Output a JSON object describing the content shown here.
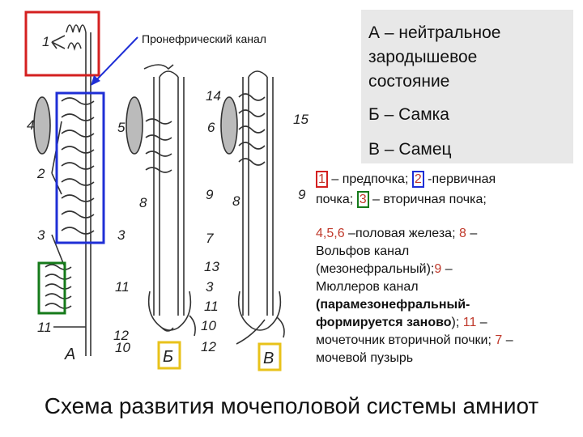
{
  "duct_label": "Пронефрический канал",
  "legend": {
    "a": "А – нейтральное",
    "a2": "зародышевое",
    "a3": "состояние",
    "b": "Б – Самка",
    "c": "В – Самец"
  },
  "desc": {
    "n1": "1",
    "t1": " – предпочка; ",
    "n2": "2",
    "t2": " -первичная",
    "t3": "почка; ",
    "n3": "3",
    "t4": " – вторичная почка;",
    "n456": "4,5,6",
    "t5": " –половая железа; ",
    "n8": "8",
    "t6": " –",
    "t7": "Вольфов канал",
    "t8": "(мезонефральный);",
    "n9": "9",
    "t9": " –",
    "t10": "Мюллеров канал",
    "t11": "(парамезонефральный-",
    "t12": "формируется заново",
    "t13": "); ",
    "n11": "11",
    "t14": " –",
    "t15": "мочеточник вторичной почки; ",
    "n7": "7",
    "t16": " –",
    "t17": "мочевой пузырь"
  },
  "panel_labels": {
    "a": "А",
    "b": "Б",
    "c": "В"
  },
  "numbers": {
    "n1": "1",
    "n2": "2",
    "n3": "3",
    "n4": "4",
    "n5": "5",
    "n6": "6",
    "n7": "7",
    "n8": "8",
    "n8b": "8",
    "n9": "9",
    "n9b": "9",
    "n10": "10",
    "n10b": "10",
    "n11": "11",
    "n11b": "11",
    "n11c": "11",
    "n12": "12",
    "n13": "13",
    "n14": "14",
    "n15": "15",
    "n3b": "3",
    "n3c": "3"
  },
  "title": "Схема развития мочеполовой системы амниот",
  "colors": {
    "red": "#d42020",
    "blue": "#1f2fd6",
    "green": "#157a1a",
    "yellow": "#e8c21a"
  }
}
